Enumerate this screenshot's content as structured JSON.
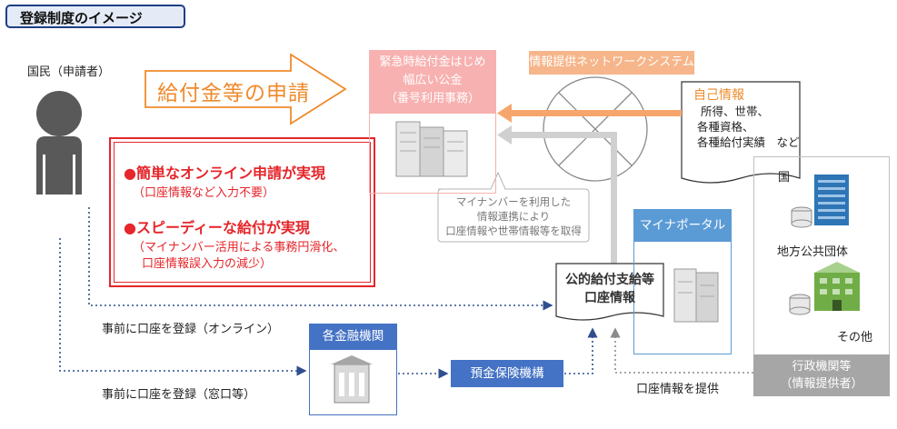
{
  "title": "登録制度のイメージ",
  "citizen": {
    "label": "国民（申請者）"
  },
  "application": {
    "label": "給付金等の申請"
  },
  "benefits": {
    "item1_title": "●簡単なオンライン申請が実現",
    "item1_desc": "（口座情報など入力不要）",
    "item2_title": "●スピーディーな給付が実現",
    "item2_desc_line1": "（マイナンバー活用による事務円滑化、",
    "item2_desc_line2": "口座情報誤入力の減少）"
  },
  "public_funds": {
    "line1": "緊急時給付金はじめ",
    "line2": "幅広い公金",
    "line3": "（番号利用事務）"
  },
  "network": {
    "label": "情報提供ネットワークシステム"
  },
  "self_info": {
    "title": "自己情報",
    "line1": "所得、世帯、",
    "line2": "各種資格、",
    "line3": "各種給付実績　など"
  },
  "callout": {
    "line1": "マイナンバーを利用した",
    "line2": "情報連携により",
    "line3": "口座情報や世帯情報等を取得"
  },
  "mynaportal": {
    "label": "マイナポータル"
  },
  "account_db": {
    "line1": "公的給付支給等",
    "line2": "口座情報"
  },
  "providers": {
    "country": "国",
    "local_gov": "地方公共団体",
    "other": "その他",
    "footer_line1": "行政機関等",
    "footer_line2": "（情報提供者）"
  },
  "register_online": "事前に口座を登録（オンライン）",
  "register_counter": "事前に口座を登録（窓口等）",
  "bank": {
    "label": "各金融機関"
  },
  "dic": {
    "label": "預金保険機構"
  },
  "provide_account": "口座情報を提供",
  "colors": {
    "orange": "#ef8a2c",
    "red": "#e5262b",
    "pink": "#f7b1b0",
    "blue": "#4472c4",
    "light_blue": "#5b9bd5",
    "gray": "#a6a6a6",
    "navy": "#1f3f86"
  }
}
